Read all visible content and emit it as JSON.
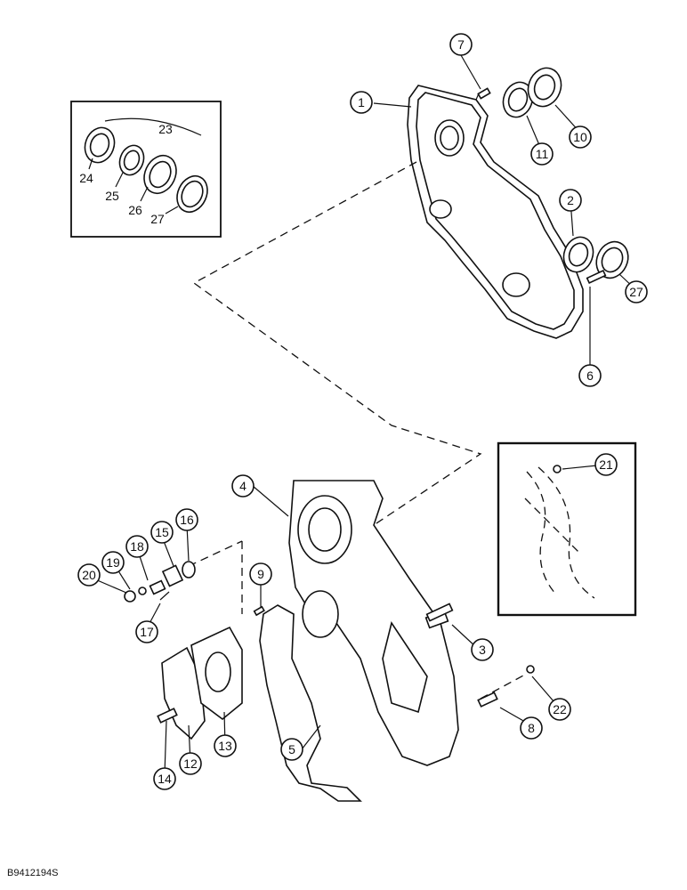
{
  "figure_id": "B9412194S",
  "callouts": [
    {
      "id": "c1",
      "label": "1"
    },
    {
      "id": "c2",
      "label": "2"
    },
    {
      "id": "c3",
      "label": "3"
    },
    {
      "id": "c4",
      "label": "4"
    },
    {
      "id": "c5",
      "label": "5"
    },
    {
      "id": "c6",
      "label": "6"
    },
    {
      "id": "c7",
      "label": "7"
    },
    {
      "id": "c8",
      "label": "8"
    },
    {
      "id": "c9",
      "label": "9"
    },
    {
      "id": "c10",
      "label": "10"
    },
    {
      "id": "c11",
      "label": "11"
    },
    {
      "id": "c12",
      "label": "12"
    },
    {
      "id": "c13",
      "label": "13"
    },
    {
      "id": "c14",
      "label": "14"
    },
    {
      "id": "c15",
      "label": "15"
    },
    {
      "id": "c16",
      "label": "16"
    },
    {
      "id": "c17",
      "label": "17"
    },
    {
      "id": "c18",
      "label": "18"
    },
    {
      "id": "c19",
      "label": "19"
    },
    {
      "id": "c20",
      "label": "20"
    },
    {
      "id": "c21",
      "label": "21"
    },
    {
      "id": "c22",
      "label": "22"
    },
    {
      "id": "c27",
      "label": "27"
    }
  ],
  "inset_labels": {
    "l23": "23",
    "l24": "24",
    "l25": "25",
    "l26": "26",
    "l27": "27"
  }
}
